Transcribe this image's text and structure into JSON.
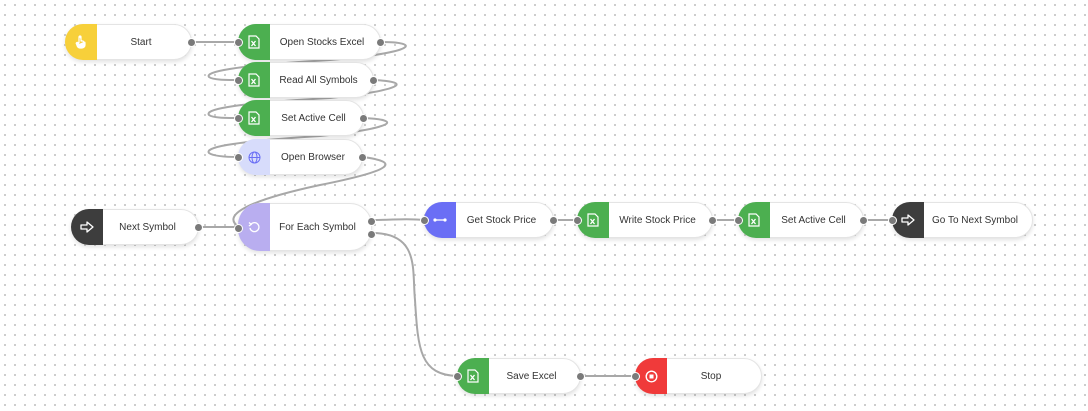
{
  "flow": {
    "nodes": {
      "start": {
        "label": "Start",
        "color": "#f7d03a",
        "icon": "hand-pointer-icon"
      },
      "open_stocks_excel": {
        "label": "Open Stocks Excel",
        "color": "#4caf50",
        "icon": "excel-icon"
      },
      "read_all_symbols": {
        "label": "Read All Symbols",
        "color": "#4caf50",
        "icon": "excel-icon"
      },
      "set_active_cell_1": {
        "label": "Set Active Cell",
        "color": "#4caf50",
        "icon": "excel-icon"
      },
      "open_browser": {
        "label": "Open Browser",
        "color": "#d7dcfb",
        "icon": "globe-icon"
      },
      "next_symbol": {
        "label": "Next Symbol",
        "color": "#3d3d3d",
        "icon": "arrow-right-icon"
      },
      "for_each_symbol": {
        "label": "For Each Symbol",
        "color": "#b9aef0",
        "icon": "loop-icon"
      },
      "get_stock_price": {
        "label": "Get Stock Price",
        "color": "#6a6ef5",
        "icon": "connector-icon"
      },
      "write_stock_price": {
        "label": "Write Stock Price",
        "color": "#4caf50",
        "icon": "excel-icon"
      },
      "set_active_cell_2": {
        "label": "Set Active Cell",
        "color": "#4caf50",
        "icon": "excel-icon"
      },
      "go_to_next_symbol": {
        "label": "Go To Next Symbol",
        "color": "#3d3d3d",
        "icon": "arrow-right-icon"
      },
      "save_excel": {
        "label": "Save Excel",
        "color": "#4caf50",
        "icon": "excel-icon"
      },
      "stop": {
        "label": "Stop",
        "color": "#f03a3a",
        "icon": "stop-icon"
      }
    },
    "edge_color": "#a8a8a8"
  }
}
